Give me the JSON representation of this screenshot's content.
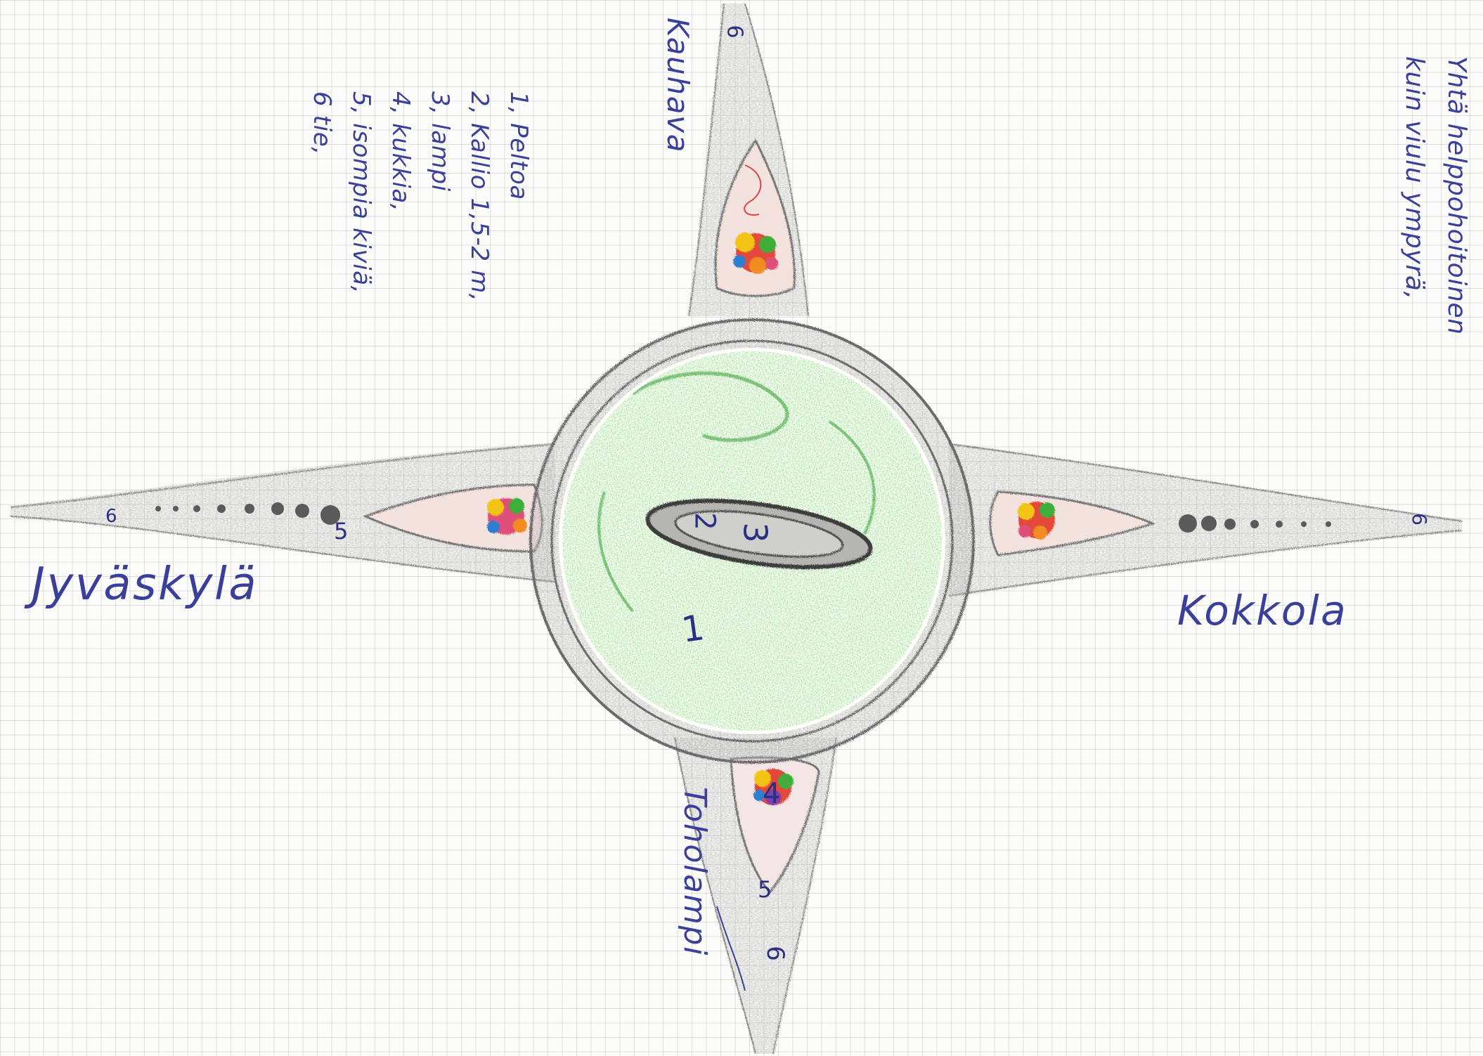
{
  "legend": {
    "items": [
      "1, Peltoa",
      "2, Kallio 1,5-2 m,",
      "3, lampi",
      "4, kukkia,",
      "5, isompia kiviä,",
      "6 tie,"
    ]
  },
  "note": {
    "lines": [
      "Yhtä helppohoitoinen",
      "kuin viulu ympyrä,"
    ]
  },
  "places": {
    "west": "Jyväskylä",
    "east": "Kokkola",
    "north": "Kauhava",
    "south": "Toholampi"
  },
  "map_numbers": {
    "pond": "3",
    "rock": "2",
    "field": "1",
    "flower_south": "4",
    "stones_west": "5",
    "stones_south": "5",
    "road_north": "6",
    "road_west": "6",
    "road_east": "6",
    "road_south": "6"
  },
  "colors": {
    "pencil": "#6e6e6e",
    "field_green": "#3fae3a",
    "ink": "#3a3f9a"
  }
}
